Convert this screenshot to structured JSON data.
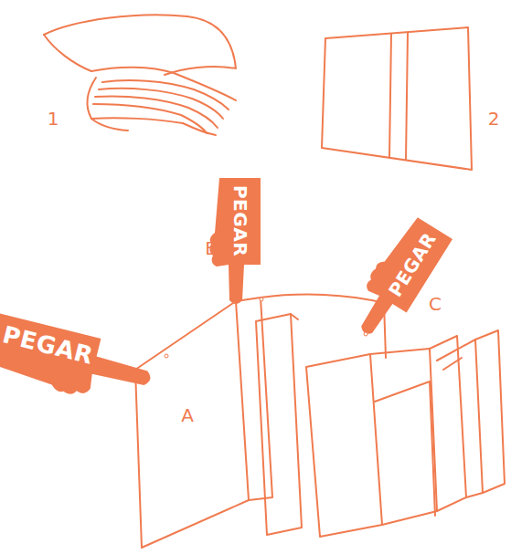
{
  "diagram": {
    "labels": [
      "1",
      "2",
      "PEGAR",
      "B",
      "PEGAR",
      "C",
      "PEGAR",
      "A"
    ]
  }
}
